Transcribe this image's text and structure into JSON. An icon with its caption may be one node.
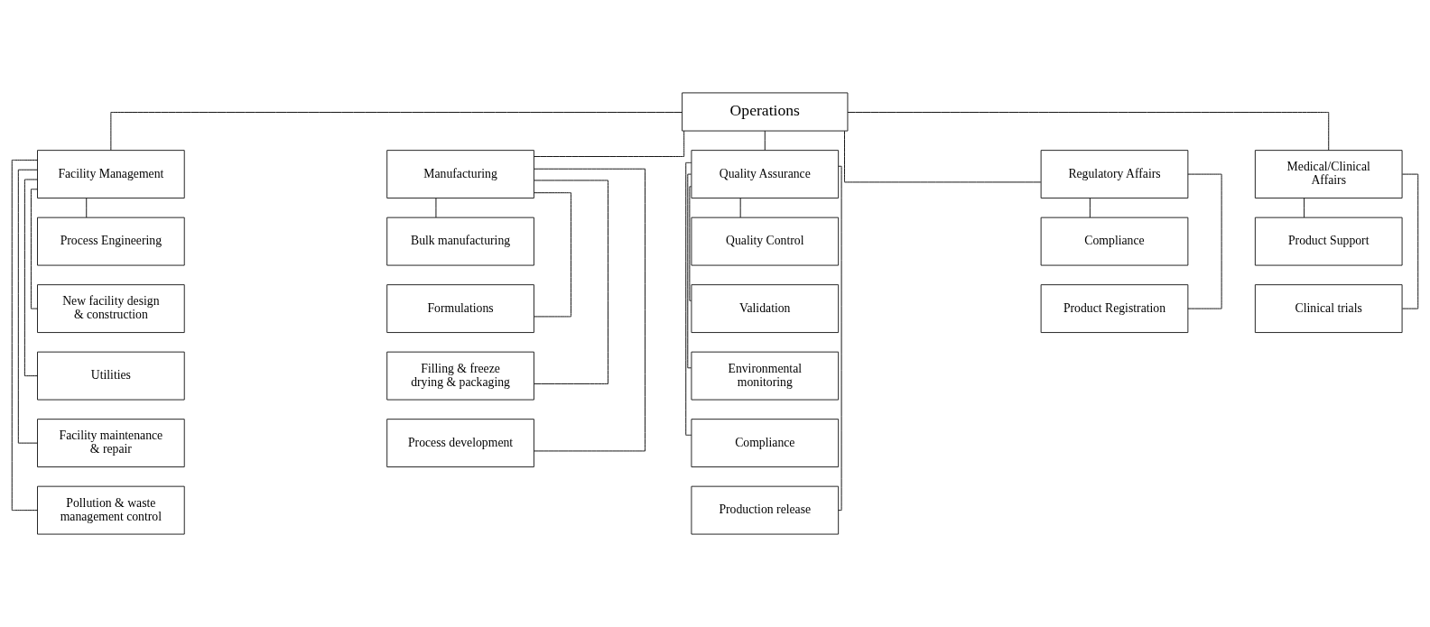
{
  "diagram": {
    "nodes": [
      {
        "text": [
          "Operations"
        ]
      },
      {
        "text": [
          "Facility Management"
        ]
      },
      {
        "text": [
          "Manufacturing"
        ]
      },
      {
        "text": [
          "Quality Assurance"
        ]
      },
      {
        "text": [
          "Regulatory Affairs"
        ]
      },
      {
        "text": [
          "Medical/Clinical Affairs"
        ]
      },
      {
        "text": [
          "Process Engineering"
        ]
      },
      {
        "text": [
          "New facility design & construction"
        ]
      },
      {
        "text": [
          "Utilities"
        ]
      },
      {
        "text": [
          "Facility maintenance & repair"
        ]
      },
      {
        "text": [
          "Pollution & waste management control"
        ]
      },
      {
        "text": [
          "Bulk manufacturing"
        ]
      },
      {
        "text": [
          "Formulations"
        ]
      },
      {
        "text": [
          "Filling & freeze drying & packaging"
        ]
      },
      {
        "text": [
          "Process development"
        ]
      },
      {
        "text": [
          "Quality Control"
        ]
      },
      {
        "text": [
          "Validation"
        ]
      },
      {
        "text": [
          "Environmental monitoring"
        ]
      },
      {
        "text": [
          "Compliance"
        ]
      },
      {
        "text": [
          "Production release"
        ]
      },
      {
        "text": [
          "Compliance"
        ]
      },
      {
        "text": [
          "Product Registration"
        ]
      },
      {
        "text": [
          "Product Support"
        ]
      },
      {
        "text": [
          "Clinical trials"
        ]
      }
    ],
    "edges": [
      {
        "from": 0,
        "to": 1,
        "arrow": "none"
      },
      {
        "from": 0,
        "to": 2,
        "arrow": "none"
      },
      {
        "from": 0,
        "to": 3,
        "arrow": "none"
      },
      {
        "from": 0,
        "to": 4,
        "arrow": "none"
      },
      {
        "from": 0,
        "to": 5,
        "arrow": "none"
      },
      {
        "from": 1,
        "to": 6,
        "arrow": "none"
      },
      {
        "from": 1,
        "to": 7,
        "arrow": "none"
      },
      {
        "from": 1,
        "to": 8,
        "arrow": "none"
      },
      {
        "from": 1,
        "to": 9,
        "arrow": "none"
      },
      {
        "from": 1,
        "to": 10,
        "arrow": "none"
      },
      {
        "from": 2,
        "to": 11,
        "arrow": "none"
      },
      {
        "from": 2,
        "to": 12,
        "arrow": "none"
      },
      {
        "from": 2,
        "to": 13,
        "arrow": "none"
      },
      {
        "from": 2,
        "to": 14,
        "arrow": "none"
      },
      {
        "from": 3,
        "to": 15,
        "arrow": "none"
      },
      {
        "from": 3,
        "to": 16,
        "arrow": "none"
      },
      {
        "from": 3,
        "to": 17,
        "arrow": "none"
      },
      {
        "from": 3,
        "to": 18,
        "arrow": "none"
      },
      {
        "from": 3,
        "to": 19,
        "arrow": "none"
      },
      {
        "from": 4,
        "to": 20,
        "arrow": "none"
      },
      {
        "from": 4,
        "to": 21,
        "arrow": "none"
      },
      {
        "from": 5,
        "to": 22,
        "arrow": "none"
      },
      {
        "from": 5,
        "to": 23,
        "arrow": "none"
      }
    ]
  }
}
